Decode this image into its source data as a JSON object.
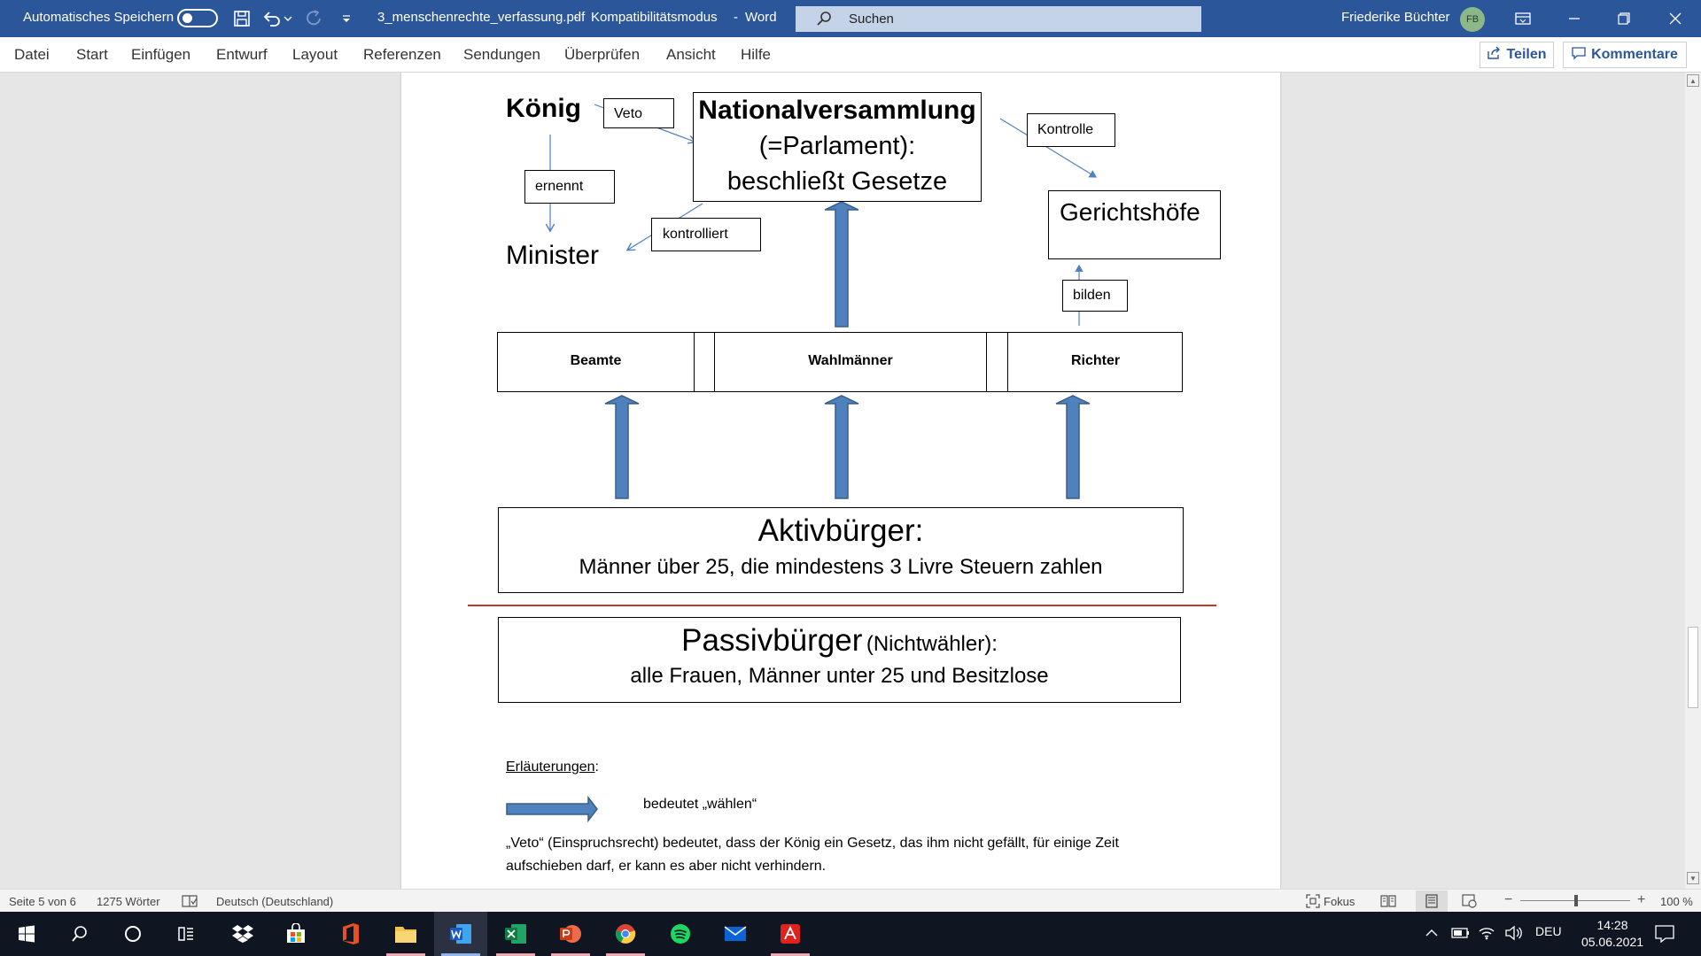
{
  "titlebar": {
    "autosave_label": "Automatisches Speichern",
    "file_name": "3_menschenrechte_verfassung.pdf",
    "separator1": "-",
    "mode": "Kompatibilitätsmodus",
    "separator2": "-",
    "app": "Word",
    "search_label": "Suchen",
    "user_name": "Friederike Büchter",
    "user_initials": "FB"
  },
  "menu": {
    "items": [
      "Datei",
      "Start",
      "Einfügen",
      "Entwurf",
      "Layout",
      "Referenzen",
      "Sendungen",
      "Überprüfen",
      "Ansicht",
      "Hilfe"
    ],
    "share_label": "Teilen",
    "comments_label": "Kommentare"
  },
  "diagram": {
    "koenig": "König",
    "veto": "Veto",
    "nv_title": "Nationalversammlung",
    "nv_line2": "(=Parlament):",
    "nv_line3": "beschließt Gesetze",
    "kontrolle": "Kontrolle",
    "ernennt": "ernennt",
    "gerichtshoefe": "Gerichtshöfe",
    "kontrolliert": "kontrolliert",
    "minister": "Minister",
    "bilden": "bilden",
    "beamte": "Beamte",
    "wahlmaenner": "Wahlmänner",
    "richter": "Richter",
    "aktiv_title": "Aktivbürger:",
    "aktiv_desc": "Männer über 25, die mindestens 3 Livre Steuern zahlen",
    "passiv_title": "Passivbürger",
    "passiv_paren": "(Nichtwähler):",
    "passiv_desc": "alle Frauen, Männer unter 25 und Besitzlose",
    "erl_label": "Erläuterungen",
    "erl_colon": ":",
    "arrow_meaning": "bedeutet „wählen“",
    "veto_line1": "„Veto“ (Einspruchsrecht) bedeutet, dass der König ein Gesetz, das ihm nicht gefällt, für einige Zeit",
    "veto_line2": "aufschieben darf, er kann es aber nicht verhindern."
  },
  "status": {
    "page": "Seite 5 von 6",
    "words": "1275 Wörter",
    "language": "Deutsch (Deutschland)",
    "focus": "Fokus",
    "zoom": "100 %"
  },
  "taskbar": {
    "lang": "DEU",
    "time": "14:28",
    "date": "05.06.2021"
  },
  "colors": {
    "word_blue": "#2b579a",
    "arrow_fill": "#4f81bd",
    "arrow_stroke": "#385d8a",
    "divider_red": "#c0392b"
  }
}
